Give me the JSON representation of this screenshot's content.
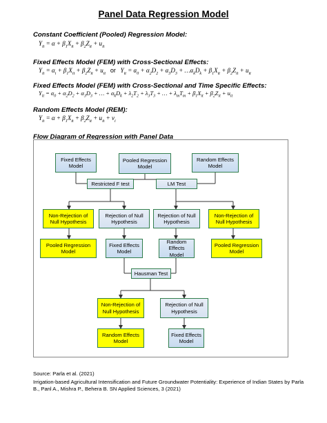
{
  "title": "Panel Data Regression Model",
  "sections": [
    {
      "heading": "Constant Coefficient (Pooled) Regression Model:",
      "equation": "Y_it = α + β1 X_it + β2 Z_it + u_it"
    },
    {
      "heading": "Fixed Effects Model (FEM) with Cross-Sectional Effects:",
      "equation": "Y_it = α_i + β1 X_it + β2 Z_it + u_it   or   Y_it = α0 + α2 D2 + α3 D3 + …αk Dk + β1 X_it + β2 Z_it + u_it"
    },
    {
      "heading": "Fixed Effects Model (FEM) with Cross-Sectional and Time Specific Effects:",
      "equation": "Y_it = α0 + α2 D2 + α3 D3 + … + αk Dk + λ2 T2 + λ3 T3 + … + λm Tm + β1 X_it + β2 Z_it + u_it"
    },
    {
      "heading": "Random Effects Model (REM):",
      "equation": "Y_it = α + β1 X_it + β2 Z_it + u_it + v_i"
    }
  ],
  "flow": {
    "title": "Flow Diagram of Regression with Panel Data",
    "nodes": {
      "fixed_top": "Fixed Effects Model",
      "pooled_top": "Pooled Regression Model",
      "random_top": "Random Effects Model",
      "restricted_f": "Restricted F test",
      "lm_test": "LM Test",
      "nonrej_1": "Non-Rejection of Null Hypothesis",
      "rej_1": "Rejection of Null Hypothesis",
      "rej_2": "Rejection of Null Hypothesis",
      "nonrej_2": "Non-Rejection of Null Hypothesis",
      "pooled_out_1": "Pooled Regression Model",
      "fixed_mid": "Fixed Effects Model",
      "random_mid": "Random Effects Model",
      "pooled_out_2": "Pooled Regression Model",
      "hausman": "Hausman Test",
      "nonrej_3": "Non-Rejection of Null Hypothesis",
      "rej_3": "Rejection of Null Hypothesis",
      "random_out": "Random Effects Model",
      "fixed_out": "Fixed Effects Model"
    }
  },
  "source": {
    "line1": "Source: Parla et al. (2021)",
    "line2": "Irrigation-based Agricultural Intensification and Future Groundwater Potentiality: Experience of Indian States by Parla B., Panl A., Mishra P., Behera B. SN Applied Sciences, 3 (2021)"
  }
}
